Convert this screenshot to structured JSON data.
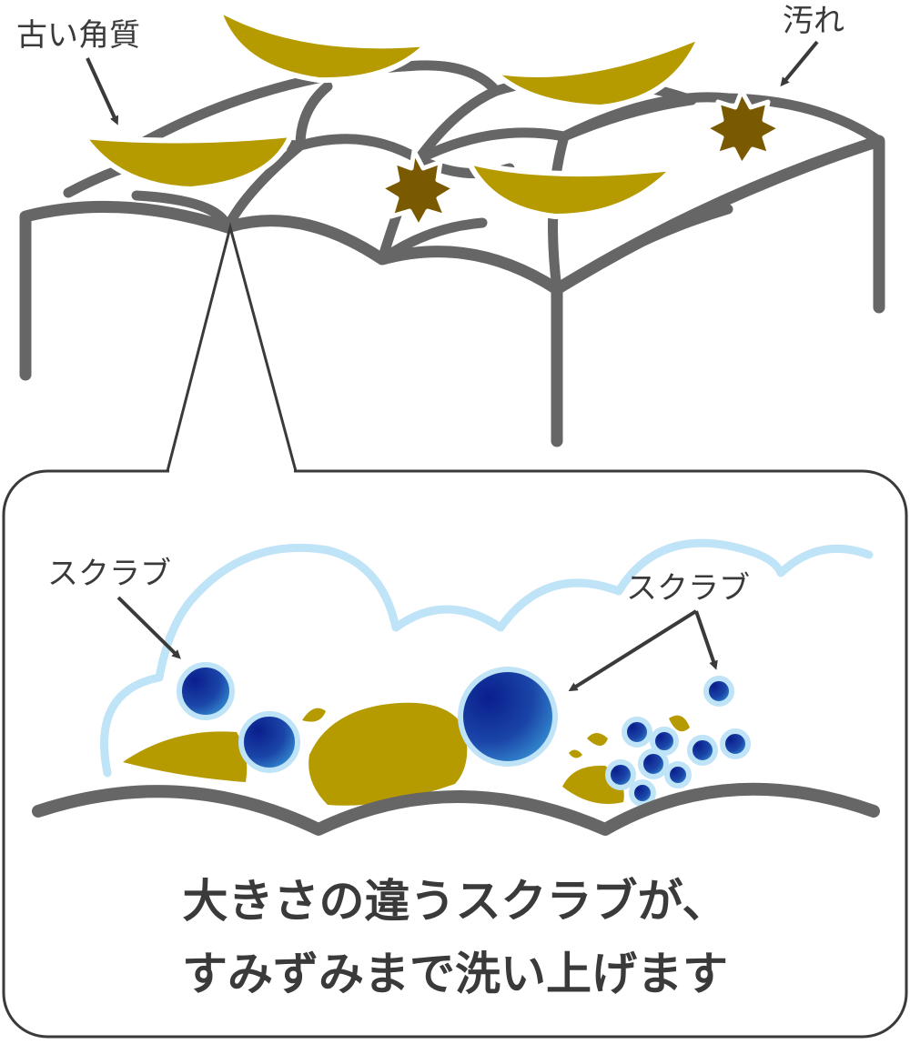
{
  "labels": {
    "old_keratin": "古い角質",
    "dirt": "汚れ",
    "scrub_left": "スクラブ",
    "scrub_right": "スクラブ"
  },
  "caption": {
    "line1": "大きさの違うスクラブが、",
    "line2": "すみずみまで洗い上げます"
  },
  "colors": {
    "skin_outline": "#666666",
    "keratin": "#b59b00",
    "dirt": "#7a5a00",
    "scrub_dark": "#0a1e8c",
    "scrub_light": "#2e88d0",
    "scrub_halo": "#bfe3f7",
    "text": "#3a3a3a"
  }
}
